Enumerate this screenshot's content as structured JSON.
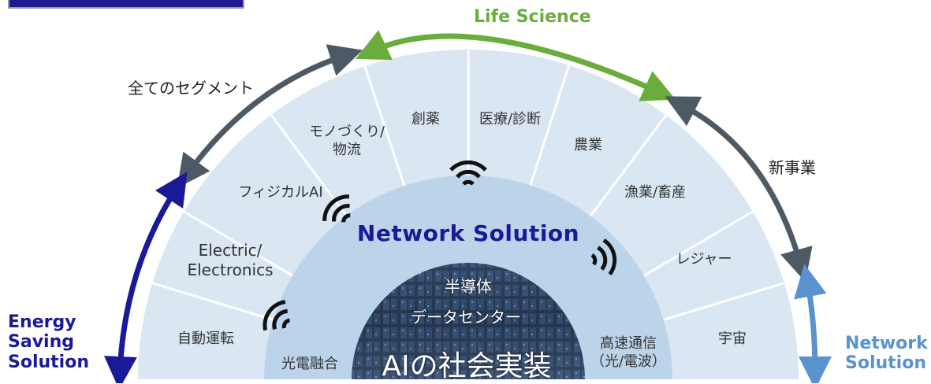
{
  "top_arc": {
    "life_science": "Life Science"
  },
  "left_arc": {
    "all_segments": "全てのセグメント"
  },
  "right_arc": {
    "new_business": "新事業"
  },
  "side_labels": {
    "energy": [
      "Energy",
      "Saving",
      "Solution"
    ],
    "network": [
      "Network",
      "Solution"
    ]
  },
  "segments": {
    "jidou_unten": "自動運転",
    "electric": [
      "Electric/",
      "Electronics"
    ],
    "physical_ai": "フィジカルAI",
    "monozukuri": [
      "モノづくり/",
      "物流"
    ],
    "souyaku": "創薬",
    "iryou": "医療/診断",
    "nougyou": "農業",
    "gyogyou": "漁業/畜産",
    "leisure": "レジャー",
    "uchuu": "宇宙"
  },
  "network_solution": {
    "title": "Network Solution",
    "koudensi": "光電融合",
    "kousoku": [
      "高速通信",
      "（光/電波）"
    ]
  },
  "core": {
    "handoutai": "半導体",
    "datacenter": "データセンター",
    "ai_shakai": "AIの社会実装"
  },
  "colors": {
    "green_arrow": "#6aad3d",
    "gray_arrow": "#4d5a65",
    "navy": "#1a1a99",
    "light_blue": "#5a92d0",
    "fan_fill": "#dae6f2",
    "ring_fill": "#bcd4ea",
    "core_fill": "#2a3a55"
  }
}
